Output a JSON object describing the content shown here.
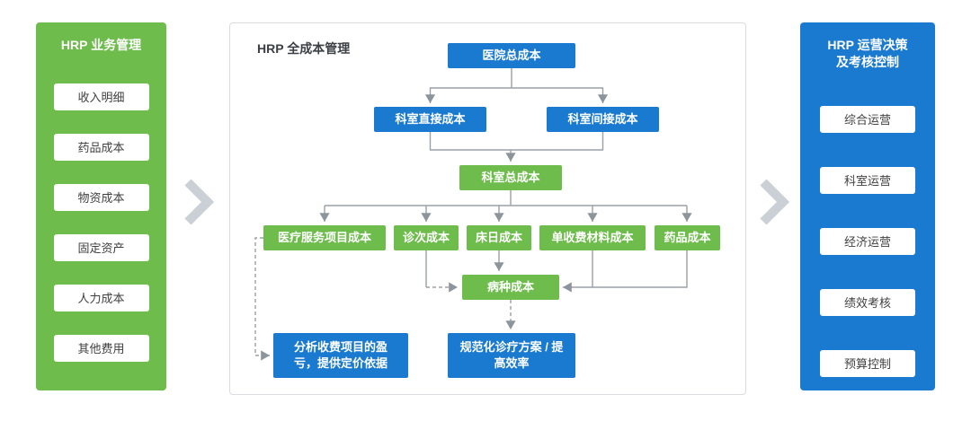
{
  "left_panel": {
    "title": "HRP 业务管理",
    "items": [
      "收入明细",
      "药品成本",
      "物资成本",
      "固定资产",
      "人力成本",
      "其他费用"
    ]
  },
  "center_panel": {
    "title": "HRP 全成本管理",
    "nodes": {
      "hospital_total": "医院总成本",
      "dept_direct": "科室直接成本",
      "dept_indirect": "科室间接成本",
      "dept_total": "科室总成本",
      "medical_service": "医疗服务项目成本",
      "visit": "诊次成本",
      "bed_day": "床日成本",
      "single_charge_material": "单收费材料成本",
      "drug": "药品成本",
      "disease": "病种成本",
      "analysis": "分析收费项目的盈亏，提供定价依据",
      "standardize": "规范化诊疗方案 / 提高效率"
    }
  },
  "right_panel": {
    "title_line1": "HRP 运营决策",
    "title_line2": "及考核控制",
    "items": [
      "综合运营",
      "科室运营",
      "经济运营",
      "绩效考核",
      "预算控制"
    ]
  },
  "colors": {
    "green": "#6EBD4C",
    "blue": "#1A7AD0",
    "arrow": "#99A0A7",
    "chevron": "#CBD0D6"
  }
}
